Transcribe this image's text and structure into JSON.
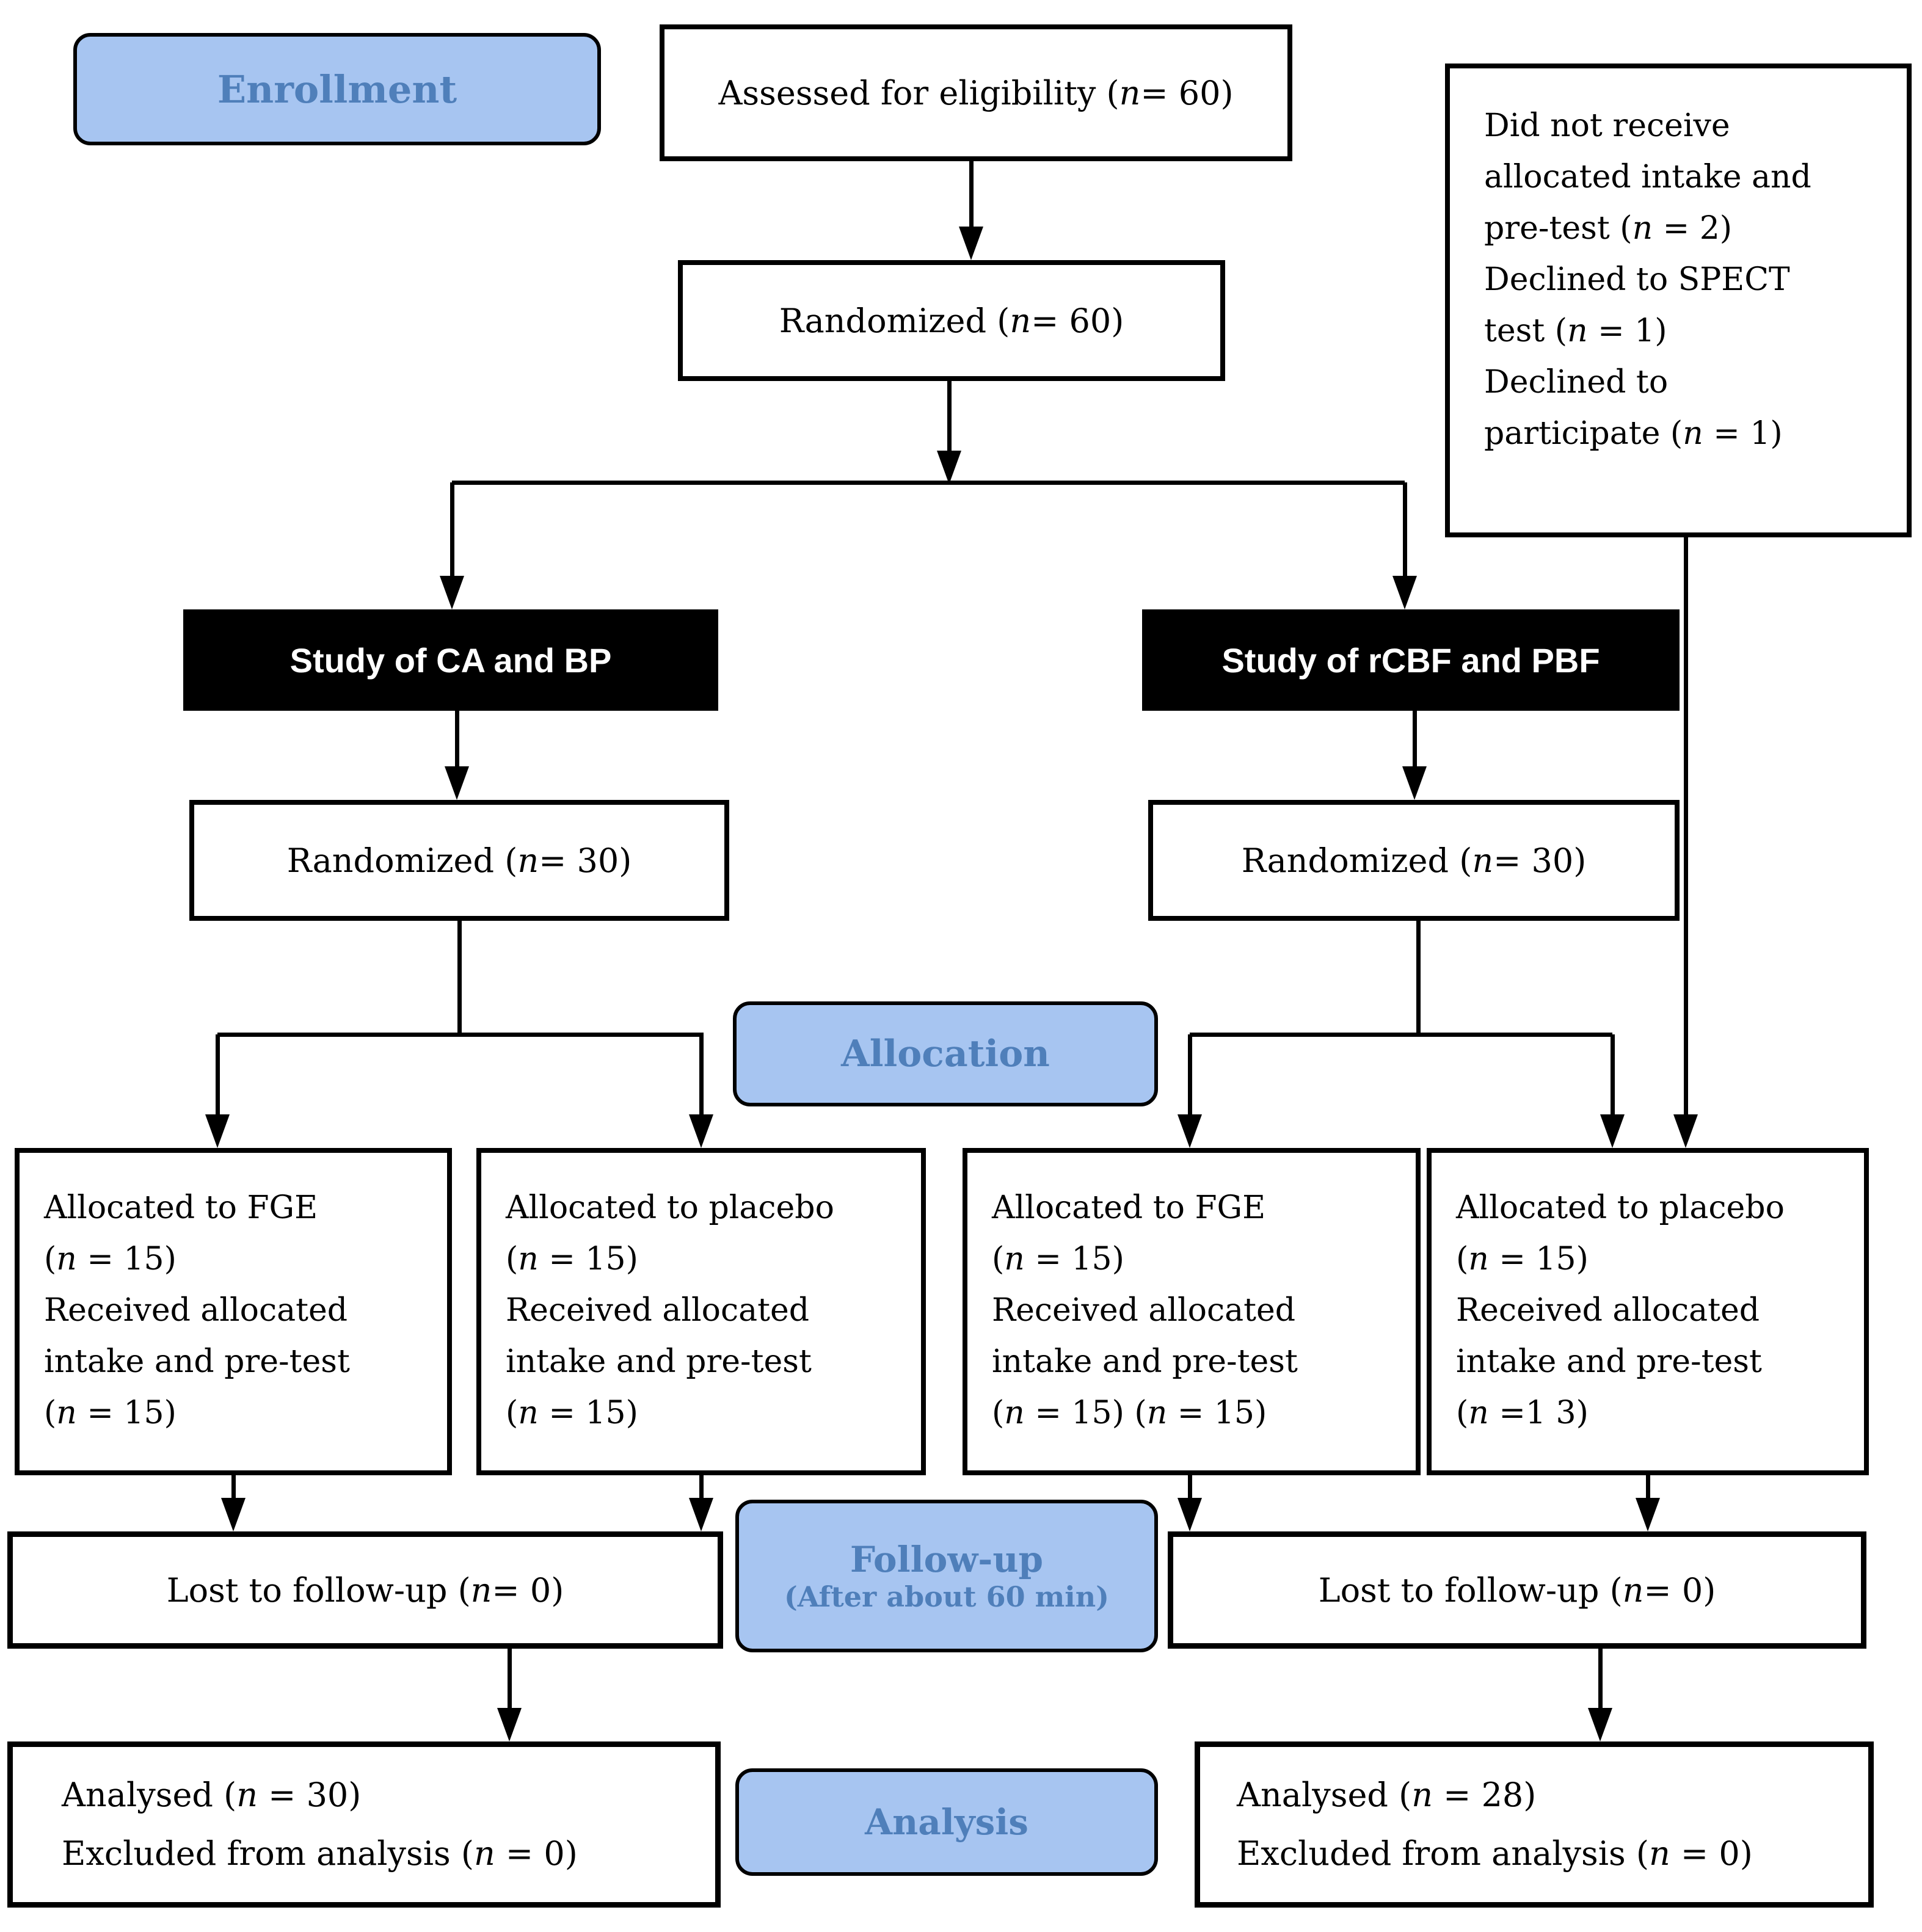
{
  "stage_labels": {
    "enrollment": "Enrollment",
    "allocation": "Allocation",
    "followup": "Follow-up",
    "followup_note": "(After about 60 min)",
    "analysis": "Analysis"
  },
  "enrollment": {
    "assessed": "Assessed for eligibility (n = 60)",
    "randomized": "Randomized (n = 60)",
    "excluded_lines": [
      "Did not receive",
      "allocated intake and",
      "pre-test (n = 2)",
      "Declined to SPECT",
      "test (n = 1)",
      "Declined to",
      "participate (n = 1)"
    ]
  },
  "arms": {
    "left": {
      "title": "Study of CA and BP",
      "randomized": "Randomized (n = 30)"
    },
    "right": {
      "title": "Study of rCBF and PBF",
      "randomized": "Randomized (n = 30)"
    }
  },
  "allocation_boxes": [
    {
      "lines": [
        "Allocated to FGE",
        "(n = 15)",
        "Received allocated",
        "intake and pre-test",
        "(n = 15)"
      ]
    },
    {
      "lines": [
        "Allocated to placebo",
        "(n = 15)",
        "Received allocated",
        "intake and pre-test",
        "(n = 15)"
      ]
    },
    {
      "lines": [
        "Allocated to FGE",
        "(n = 15)",
        "Received allocated",
        "intake and pre-test",
        "(n = 15) (n = 15)"
      ]
    },
    {
      "lines": [
        "Allocated to placebo",
        "(n = 15)",
        "Received allocated",
        "intake and pre-test",
        "(n =1 3)"
      ]
    }
  ],
  "followup_boxes": {
    "left": "Lost to follow-up (n = 0)",
    "right": "Lost to follow-up (n = 0)"
  },
  "analysis_boxes": {
    "left_lines": [
      "Analysed (n = 30)",
      "Excluded from analysis (n = 0)"
    ],
    "right_lines": [
      "Analysed (n = 28)",
      "Excluded from analysis (n = 0)"
    ]
  },
  "colors": {
    "stage_fill": "#a7c5f1",
    "stage_text": "#4f7fba",
    "box_border": "#000000",
    "arm_fill": "#000000",
    "arm_text": "#ffffff"
  }
}
